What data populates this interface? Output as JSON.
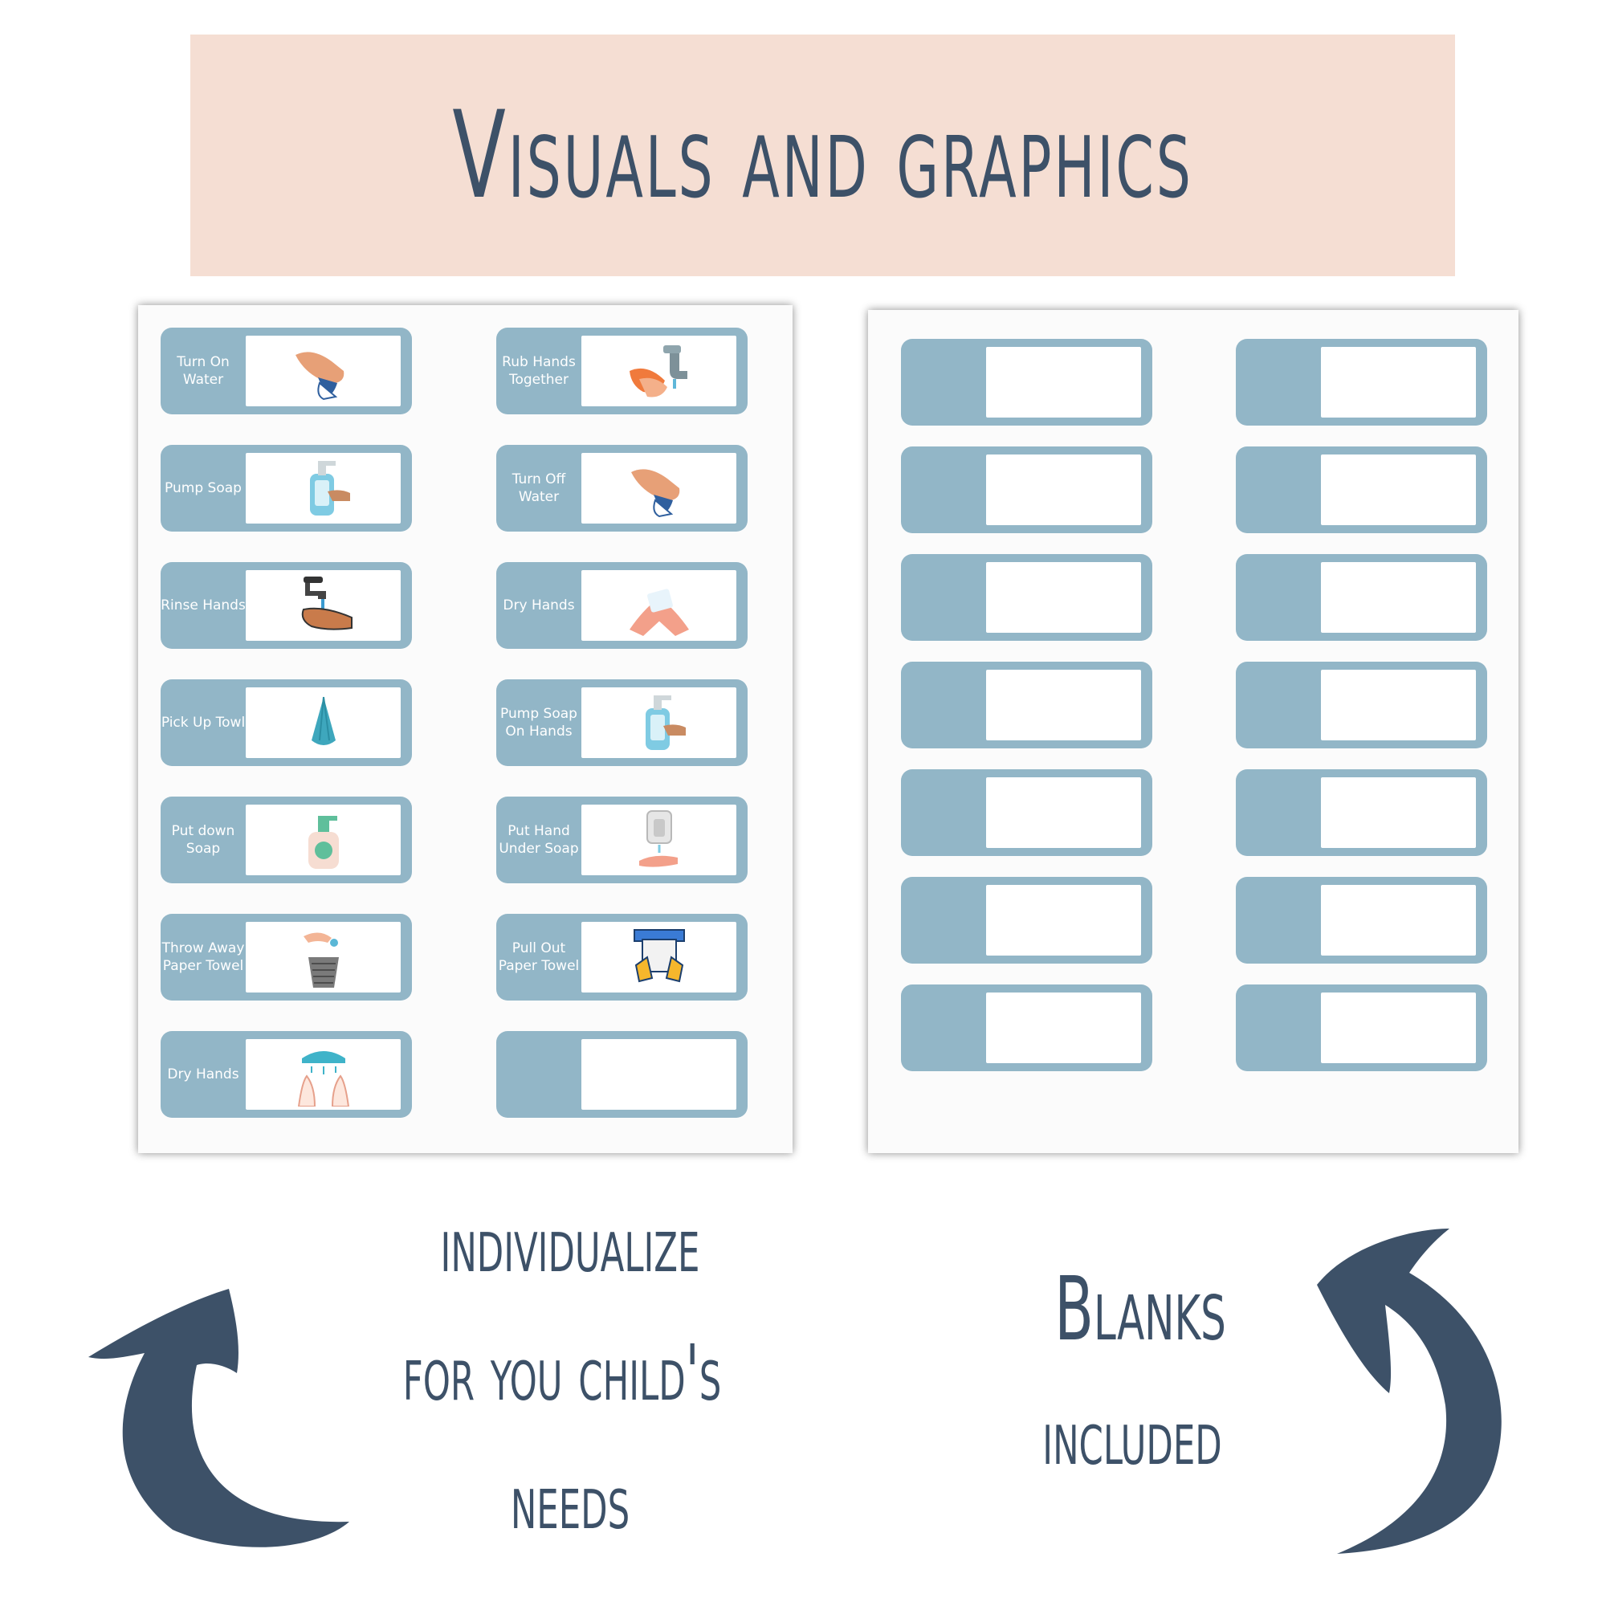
{
  "banner": {
    "title": "Visuals and graphics"
  },
  "left_page": {
    "cards": [
      {
        "label": "Turn On Water",
        "icon": "hand-tap-icon"
      },
      {
        "label": "Rub Hands Together",
        "icon": "faucet-washing-icon"
      },
      {
        "label": "Pump Soap",
        "icon": "soap-pump-icon"
      },
      {
        "label": "Turn Off Water",
        "icon": "hand-tap-icon"
      },
      {
        "label": "Rinse Hands",
        "icon": "faucet-rinse-icon"
      },
      {
        "label": "Dry Hands",
        "icon": "hands-towel-icon"
      },
      {
        "label": "Pick Up Towl",
        "icon": "towel-icon"
      },
      {
        "label": "Pump Soap On Hands",
        "icon": "soap-pump-icon"
      },
      {
        "label": "Put down Soap",
        "icon": "soap-bottle-icon"
      },
      {
        "label": "Put Hand Under Soap",
        "icon": "soap-dispenser-icon"
      },
      {
        "label": "Throw Away Paper Towel",
        "icon": "trash-basket-icon"
      },
      {
        "label": "Pull Out Paper Towel",
        "icon": "paper-towel-dispenser-icon"
      },
      {
        "label": "Dry Hands",
        "icon": "hand-dryer-icon"
      },
      {
        "label": "",
        "icon": ""
      }
    ]
  },
  "right_page": {
    "blank_count": 14
  },
  "captions": {
    "left_line1": "individualize",
    "left_line2": "for you child's",
    "left_line3": "needs",
    "right_line1": "Blanks",
    "right_line2": "included"
  },
  "colors": {
    "banner": "#f5ded3",
    "card": "#92b6c7",
    "text": "#3d5168",
    "arrow": "#3d5168"
  }
}
